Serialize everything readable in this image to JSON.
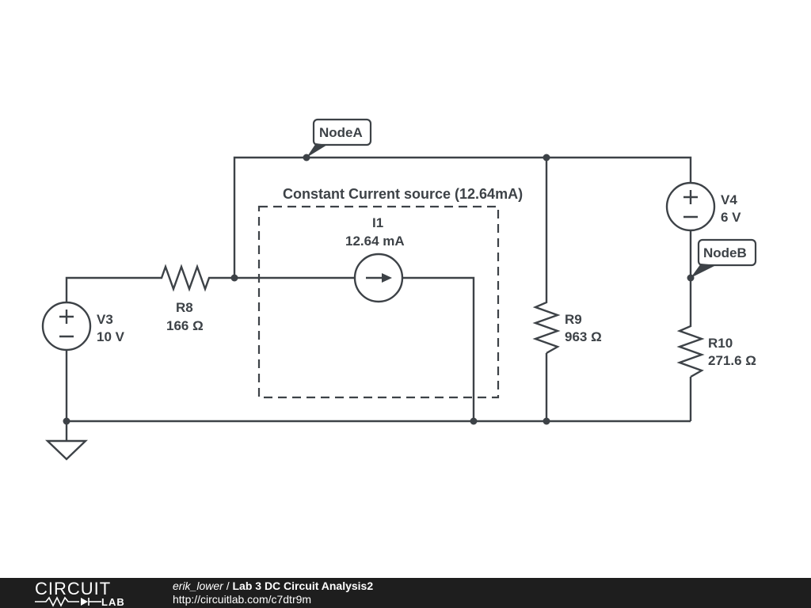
{
  "diagram": {
    "box_title": "Constant Current source (12.64mA)",
    "components": {
      "V3": {
        "name": "V3",
        "value": "10 V"
      },
      "R8": {
        "name": "R8",
        "value": "166 Ω"
      },
      "I1": {
        "name": "I1",
        "value": "12.64 mA"
      },
      "R9": {
        "name": "R9",
        "value": "963 Ω"
      },
      "V4": {
        "name": "V4",
        "value": "6 V"
      },
      "R10": {
        "name": "R10",
        "value": "271.6 Ω"
      }
    },
    "nodes": {
      "node_a": "NodeA",
      "node_b": "NodeB"
    }
  },
  "footer": {
    "logo_top": "CIRCUIT",
    "logo_bottom": "LAB",
    "author": "erik_lower",
    "separator": " / ",
    "project": "Lab 3 DC Circuit Analysis2",
    "url": "http://circuitlab.com/c7dtr9m"
  }
}
